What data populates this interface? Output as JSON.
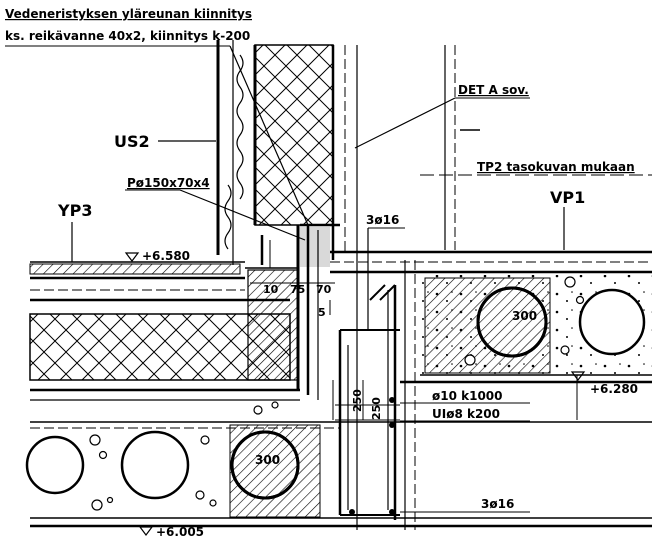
{
  "labels": {
    "title_line1": "Vedeneristyksen yläreunan kiinnitys",
    "title_line2": "ks. reikävanne 40x2, kiinnitys k-200",
    "det_a": "DET A sov.",
    "us2": "US2",
    "tp2": "TP2 tasokuvan mukaan",
    "profile": "Pø150x70x4",
    "yp3": "YP3",
    "vp1": "VP1",
    "rebar_3_16_top": "3ø16",
    "rebar_3_16_bottom": "3ø16",
    "elev_top": "+6.580",
    "elev_right": "+6.280",
    "elev_bottom": "+6.005",
    "dim_10": "10",
    "dim_75": "75",
    "dim_70": "70",
    "dim_5": "5",
    "dim_250_a": "250",
    "dim_250_b": "250",
    "dia_300_right": "300",
    "dia_300_left": "300",
    "stirrup_1": "ø10 k1000",
    "stirrup_2": "UIø8 k200"
  }
}
